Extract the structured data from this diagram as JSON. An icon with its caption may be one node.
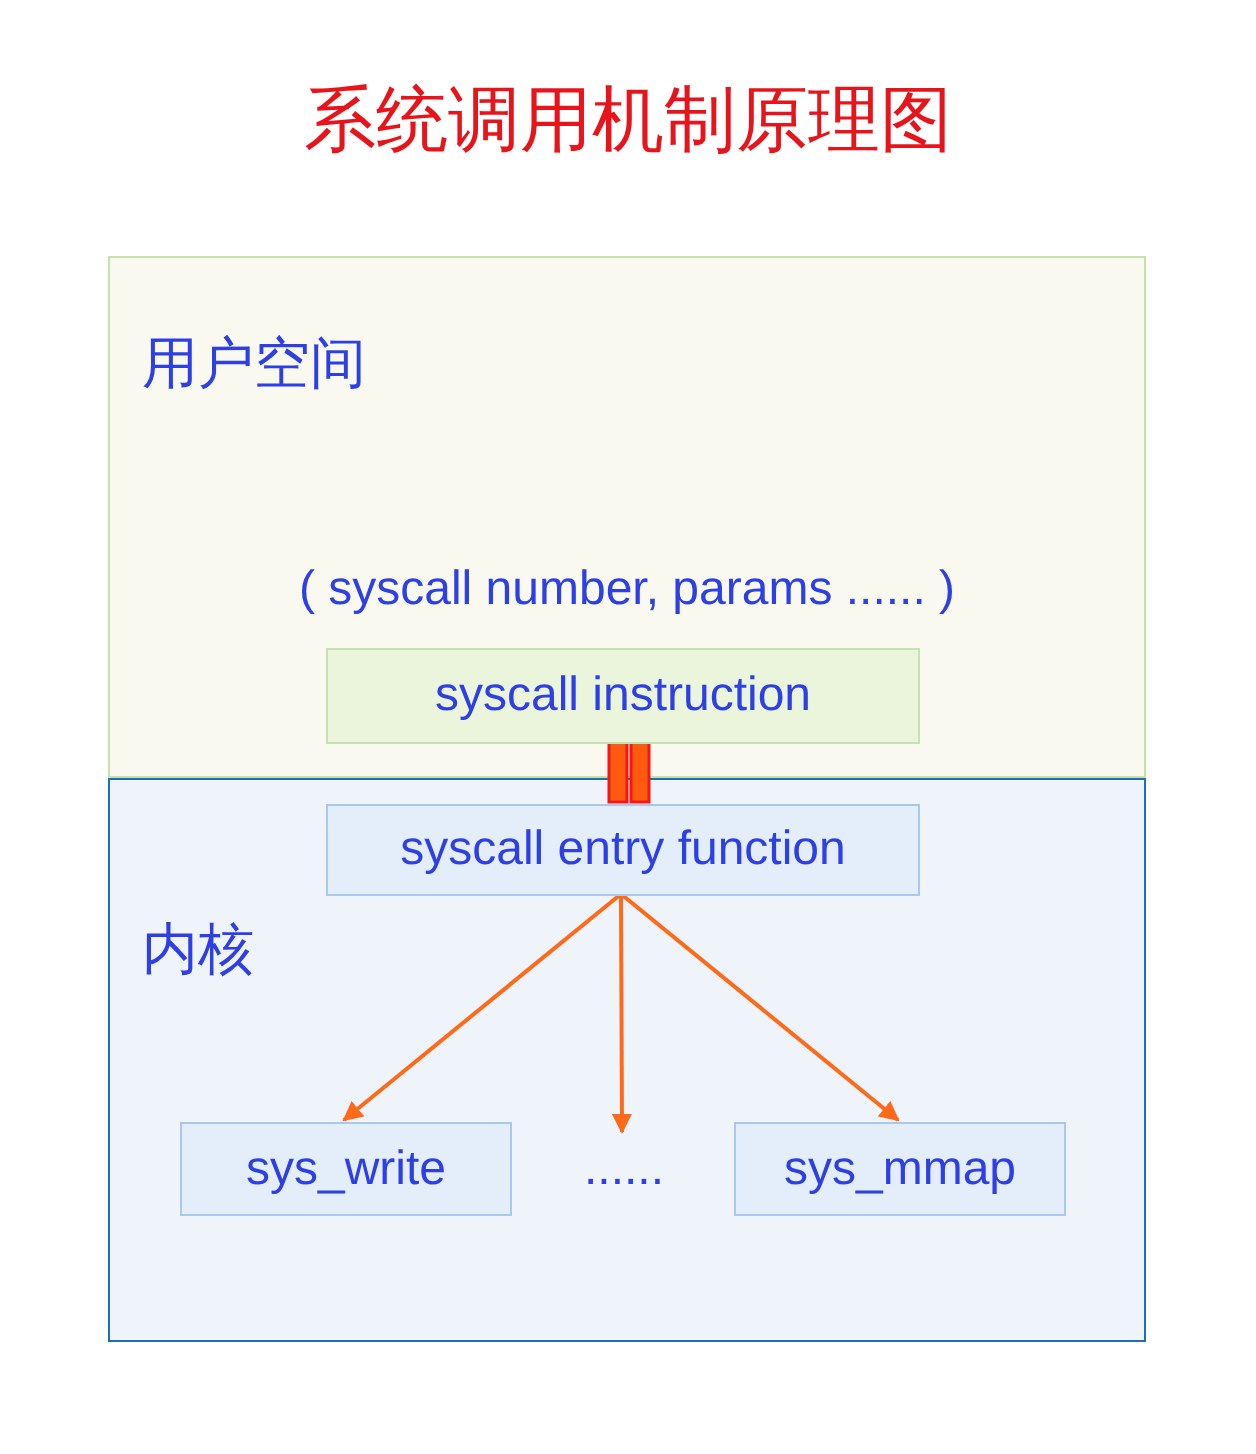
{
  "diagram": {
    "title": "系统调用机制原理图",
    "nodes": [
      {
        "text": [
          "用户空间",
          "( syscall number, params ...... )"
        ]
      },
      {
        "text": [
          "syscall instruction"
        ],
        "in": 0
      },
      {
        "text": [
          "内核"
        ]
      },
      {
        "text": [
          "syscall entry function"
        ],
        "in": 2
      },
      {
        "text": [
          "sys_write"
        ],
        "in": 2
      },
      {
        "text": [
          "......"
        ],
        "in": 2
      },
      {
        "text": [
          "sys_mmap"
        ],
        "in": 2
      }
    ],
    "edges": [
      {
        "from": 1,
        "to": 3,
        "arrow": "none",
        "style": "thick"
      },
      {
        "from": 3,
        "to": 4,
        "arrow": "to"
      },
      {
        "from": 3,
        "to": 5,
        "arrow": "to"
      },
      {
        "from": 3,
        "to": 6,
        "arrow": "to"
      }
    ]
  }
}
